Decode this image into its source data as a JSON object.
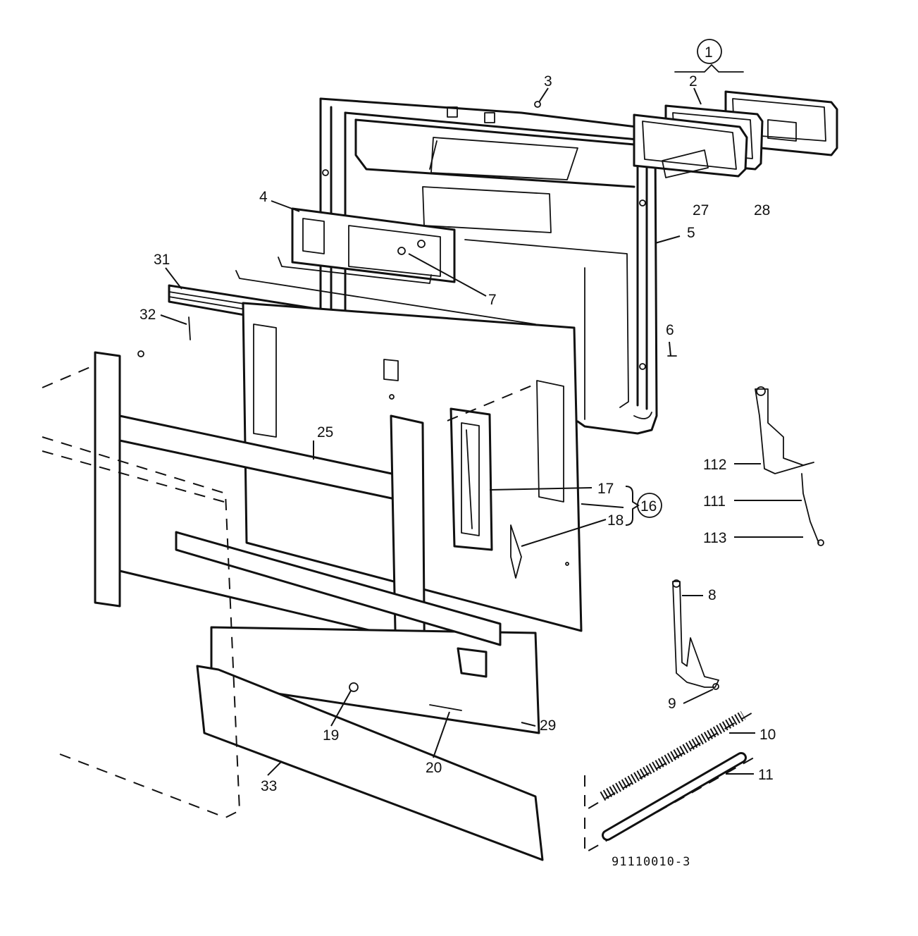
{
  "diagram": {
    "drawing_number": "91110010-3",
    "labels": {
      "l1": "1",
      "l2": "2",
      "l3": "3",
      "l4": "4",
      "l5": "5",
      "l6": "6",
      "l7": "7",
      "l8": "8",
      "l9": "9",
      "l10": "10",
      "l11": "11",
      "l16": "16",
      "l17": "17",
      "l18": "18",
      "l19": "19",
      "l20": "20",
      "l25": "25",
      "l27": "27",
      "l28": "28",
      "l29": "29",
      "l31": "31",
      "l32": "32",
      "l33": "33",
      "l111": "111",
      "l112": "112",
      "l113": "113"
    }
  }
}
